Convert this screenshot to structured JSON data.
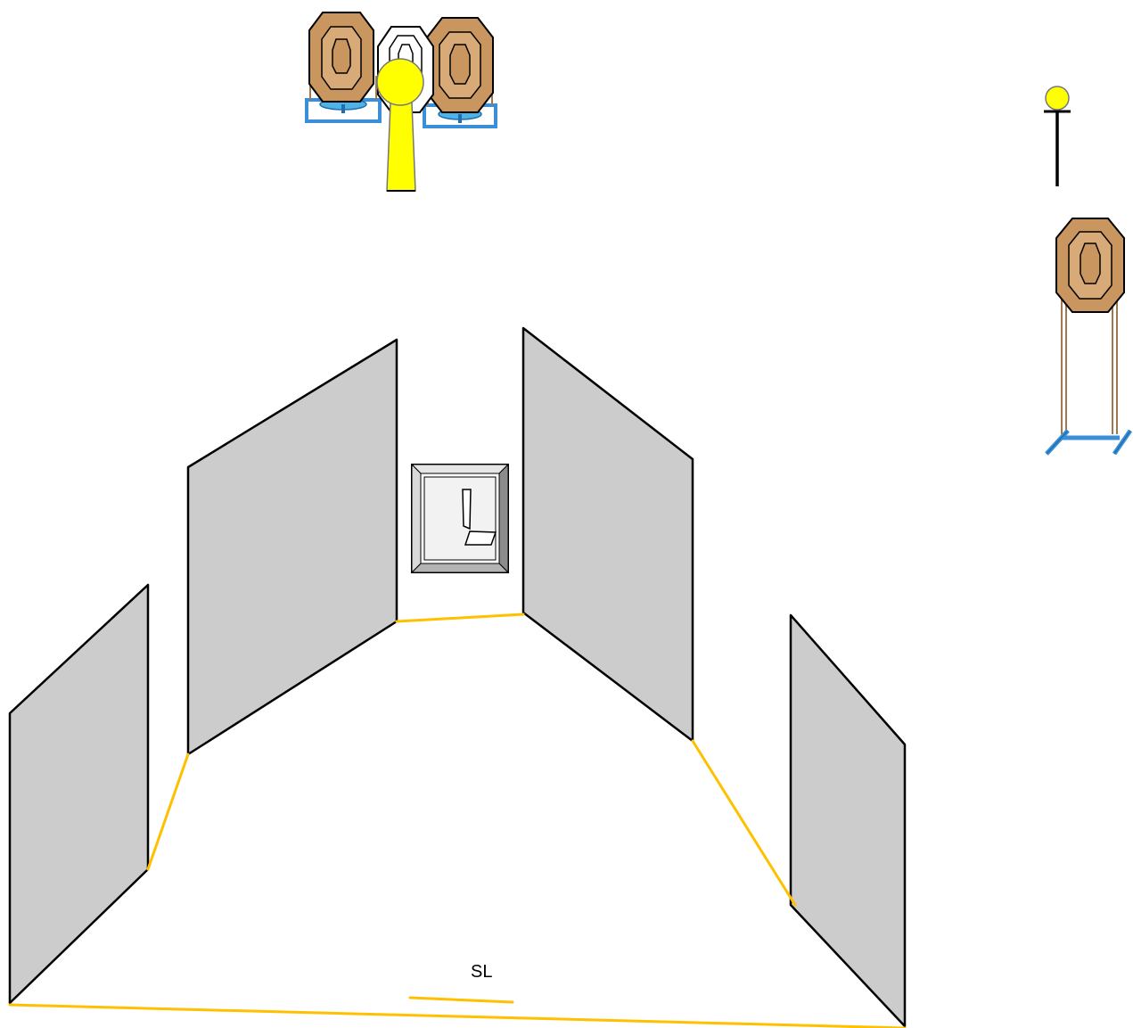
{
  "stage": {
    "start_label": "SL"
  },
  "colors": {
    "wall_fill": "#cccccc",
    "fault_line": "#ffc000",
    "target_cardboard": "#c9965f",
    "target_stand": "#3a8fd8",
    "popper_yellow": "#ffff00",
    "no_shoot_white": "#ffffff"
  },
  "elements": {
    "walls": [
      "far-left-wall",
      "left-wall",
      "right-wall",
      "far-right-wall"
    ],
    "targets": [
      "paper-target-left",
      "paper-target-right",
      "paper-target-side"
    ],
    "no_shoot": [
      "no-shoot-target"
    ],
    "steel": [
      "popper-yellow",
      "mini-popper"
    ],
    "props": [
      "window-port"
    ]
  }
}
